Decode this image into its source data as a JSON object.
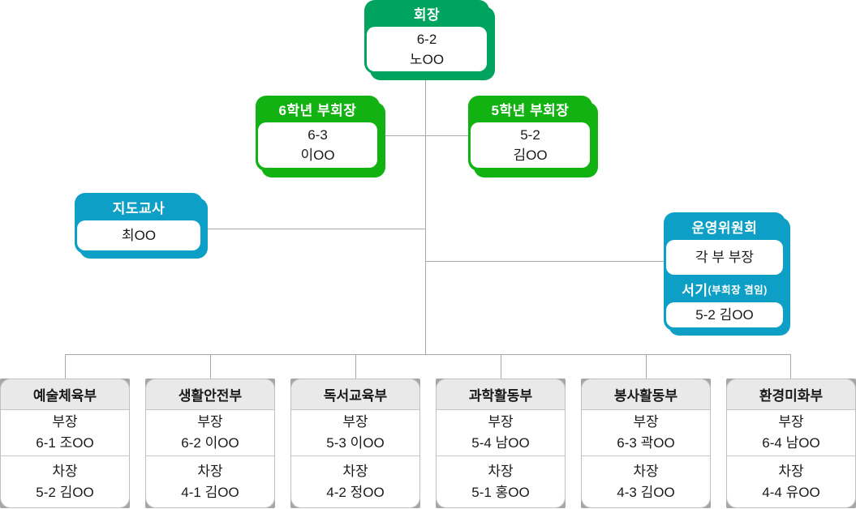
{
  "colors": {
    "chairman_green": "#00a45f",
    "vice_green": "#12b212",
    "blue": "#0d9fc5",
    "dept_header_gray": "#e9e9e9",
    "dept_shadow_gray": "#a6a6a6",
    "connector_gray": "#a8a8a8"
  },
  "chairman": {
    "title": "회장",
    "line1": "6-2",
    "line2": "노OO"
  },
  "vice6": {
    "title": "6학년 부회장",
    "line1": "6-3",
    "line2": "이OO"
  },
  "vice5": {
    "title": "5학년 부회장",
    "line1": "5-2",
    "line2": "김OO"
  },
  "advisor": {
    "title": "지도교사",
    "line1": "최OO"
  },
  "committee": {
    "title": "운영위원회",
    "body1": "각 부 부장",
    "title2_main": "서기",
    "title2_sub": "(부회장 겸임)",
    "body2": "5-2  김OO"
  },
  "departments": [
    {
      "name": "예술체육부",
      "head_role": "부장",
      "head": "6-1 조OO",
      "deputy_role": "차장",
      "deputy": "5-2 김OO"
    },
    {
      "name": "생활안전부",
      "head_role": "부장",
      "head": "6-2 이OO",
      "deputy_role": "차장",
      "deputy": "4-1 김OO"
    },
    {
      "name": "독서교육부",
      "head_role": "부장",
      "head": "5-3 이OO",
      "deputy_role": "차장",
      "deputy": "4-2 정OO"
    },
    {
      "name": "과학활동부",
      "head_role": "부장",
      "head": "5-4 남OO",
      "deputy_role": "차장",
      "deputy": "5-1 홍OO"
    },
    {
      "name": "봉사활동부",
      "head_role": "부장",
      "head": "6-3 곽OO",
      "deputy_role": "차장",
      "deputy": "4-3 김OO"
    },
    {
      "name": "환경미화부",
      "head_role": "부장",
      "head": "6-4 남OO",
      "deputy_role": "차장",
      "deputy": "4-4 유OO"
    }
  ]
}
